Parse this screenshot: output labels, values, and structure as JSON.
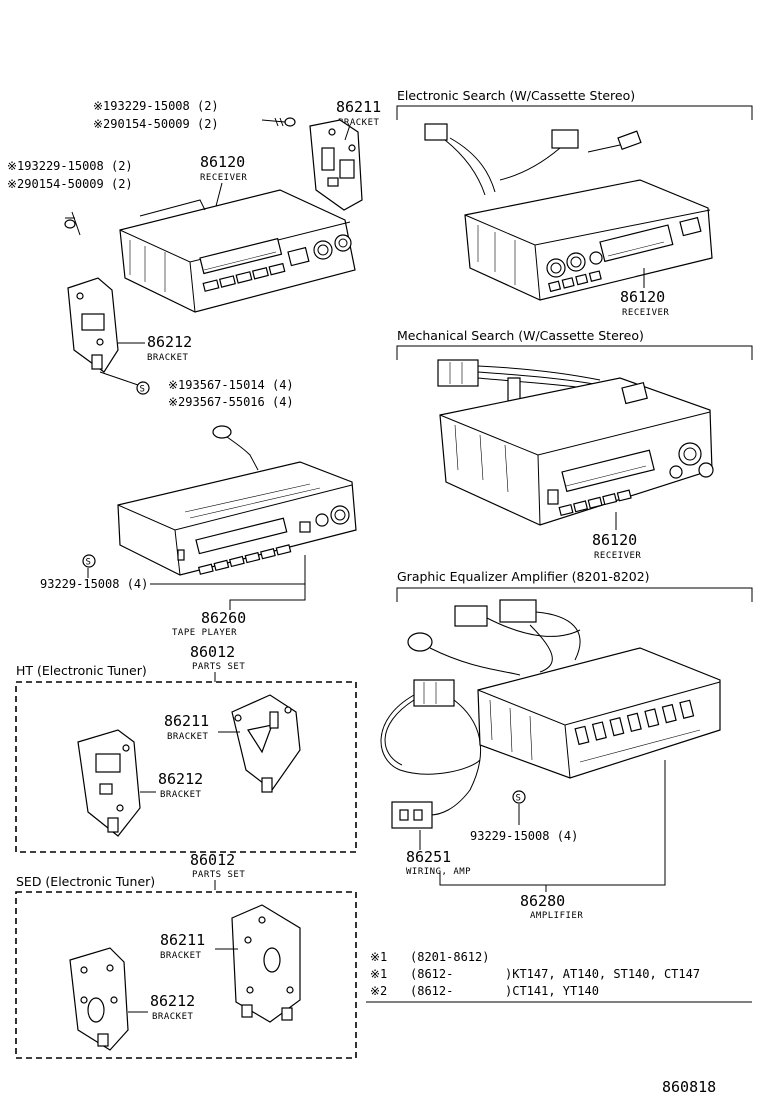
{
  "footer_code": "860818",
  "top_left": {
    "bracket_86211": {
      "num": "86211",
      "name": "BRACKET"
    },
    "screws_a": [
      "※193229-15008 (2)",
      "※290154-50009 (2)"
    ],
    "screws_b": [
      "※193229-15008 (2)",
      "※290154-50009 (2)"
    ],
    "receiver": {
      "num": "86120",
      "name": "RECEIVER"
    },
    "bracket_86212": {
      "num": "86212",
      "name": "BRACKET"
    },
    "screw_symbol": "S",
    "screws_c": [
      "※193567-15014 (4)",
      "※293567-55016 (4)"
    ]
  },
  "tape_player": {
    "screw_symbol": "S",
    "screw": "93229-15008 (4)",
    "num": "86260",
    "name": "TAPE PLAYER"
  },
  "ht": {
    "set_num": "86012",
    "set_name": "PARTS SET",
    "title": "HT (Electronic Tuner)",
    "b1": {
      "num": "86211",
      "name": "BRACKET"
    },
    "b2": {
      "num": "86212",
      "name": "BRACKET"
    }
  },
  "sed": {
    "set_num": "86012",
    "set_name": "PARTS SET",
    "title": "SED (Electronic Tuner)",
    "b1": {
      "num": "86211",
      "name": "BRACKET"
    },
    "b2": {
      "num": "86212",
      "name": "BRACKET"
    }
  },
  "electronic_search": {
    "title": "Electronic Search (W/Cassette Stereo)",
    "num": "86120",
    "name": "RECEIVER"
  },
  "mechanical_search": {
    "title": "Mechanical Search (W/Cassette Stereo)",
    "num": "86120",
    "name": "RECEIVER"
  },
  "equalizer": {
    "title": "Graphic Equalizer Amplifier (8201-8202)",
    "screw_symbol": "S",
    "screw": "93229-15008 (4)",
    "wiring": {
      "num": "86251",
      "name": "WIRING, AMP"
    },
    "amp": {
      "num": "86280",
      "name": "AMPLIFIER"
    }
  },
  "legend": [
    {
      "mark": "※1",
      "range": "(8201-8612)",
      "models": ""
    },
    {
      "mark": "※1",
      "range": "(8612-",
      "models": ")KT147, AT140, ST140, CT147"
    },
    {
      "mark": "※2",
      "range": "(8612-",
      "models": ")CT141, YT140"
    }
  ]
}
